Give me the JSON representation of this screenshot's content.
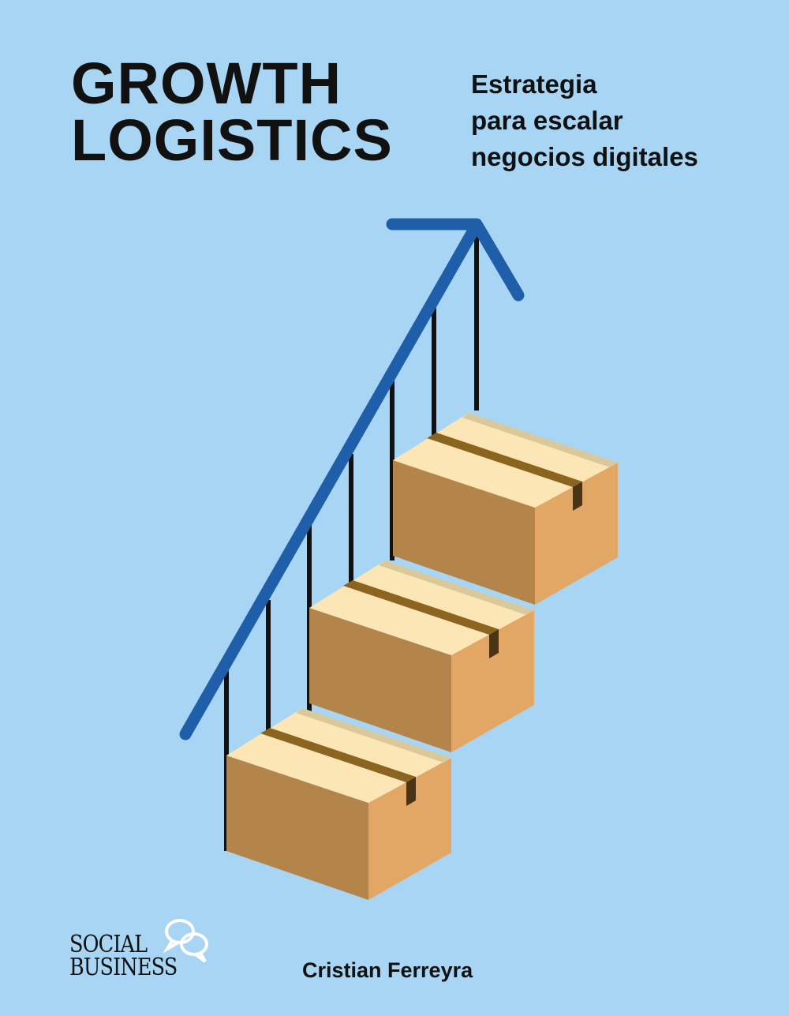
{
  "cover": {
    "title_line1": "GROWTH",
    "title_line2": "LOGISTICS",
    "subtitle_line1": "Estrategia",
    "subtitle_line2": "para escalar",
    "subtitle_line3": "negocios digitales",
    "author": "Cristian Ferreyra",
    "publisher_line1": "SOCIAL",
    "publisher_line2": "BUSINESS"
  },
  "colors": {
    "background": "#a8d5f3",
    "arrow": "#1f5fa9",
    "box_top": "#fde6b5",
    "box_front": "#b3854a",
    "box_side": "#e2a765",
    "tape": "#8b6420"
  }
}
